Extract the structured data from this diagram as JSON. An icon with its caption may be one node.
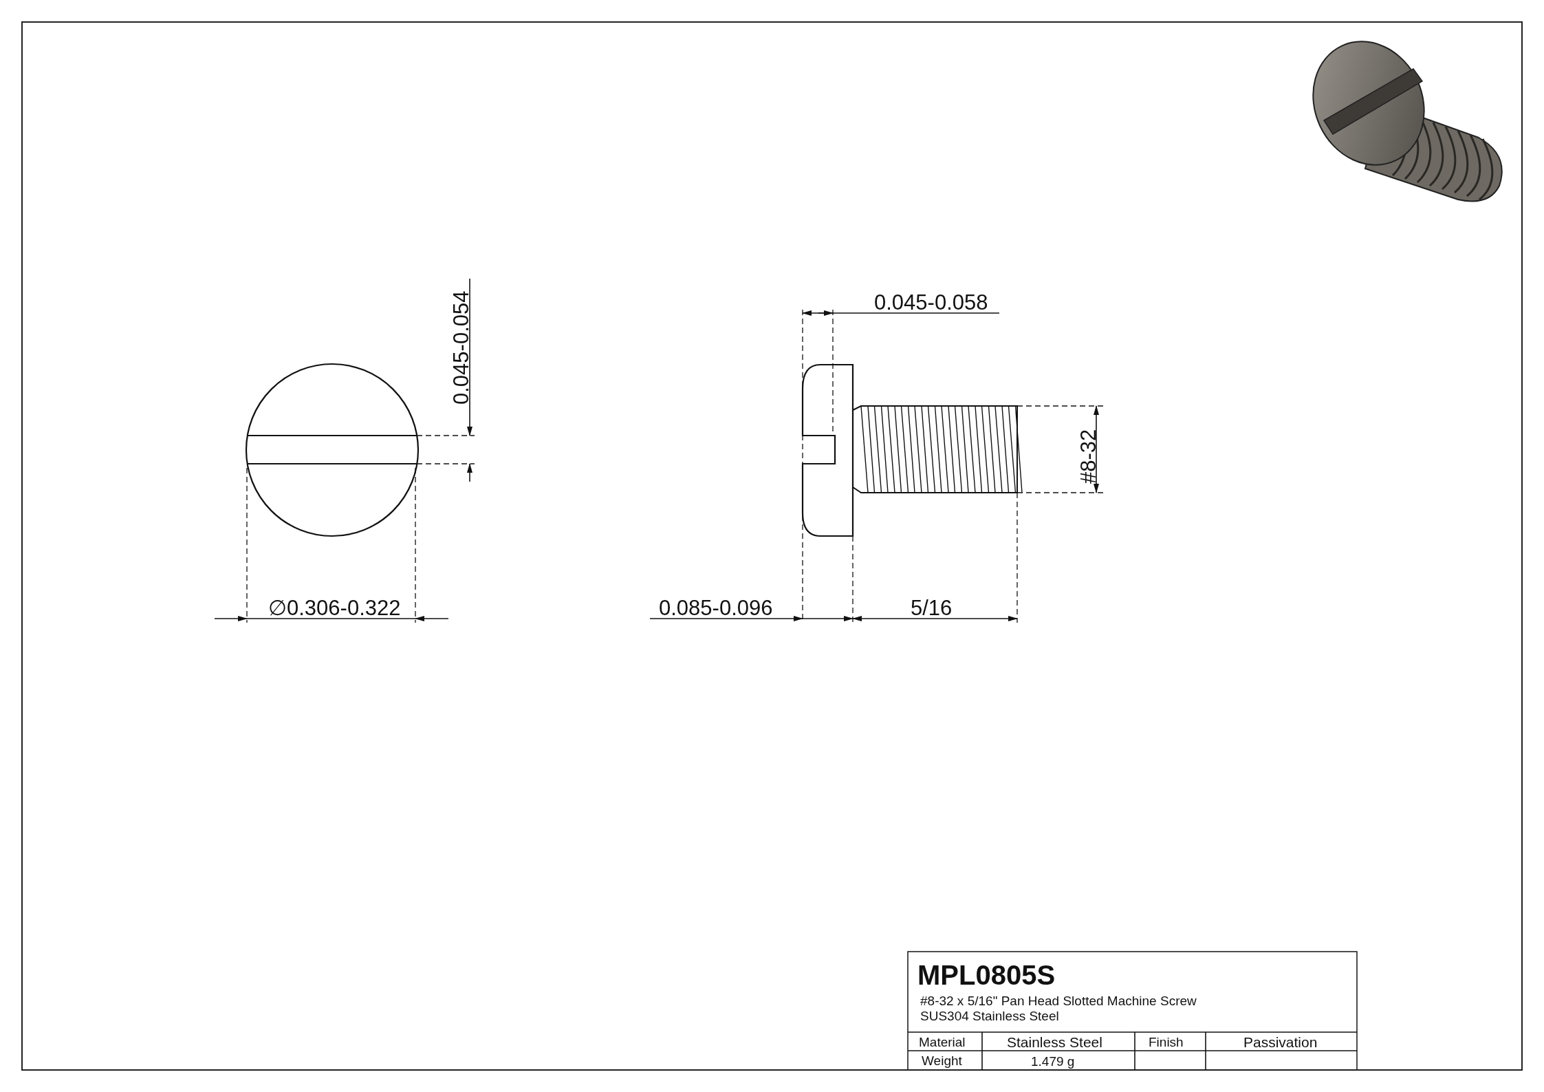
{
  "diagram": {
    "labels": [
      "0.045-0.054",
      "0.045-0.058",
      "#8-32",
      "∅0.306-0.322",
      "0.085-0.096",
      "5/16",
      "MPL0805S",
      "#8-32 x 5/16\" Pan Head Slotted Machine Screw",
      "SUS304 Stainless Steel",
      "Material",
      "Stainless Steel",
      "Finish",
      "Passivation",
      "Weight",
      "1.479 g"
    ]
  }
}
